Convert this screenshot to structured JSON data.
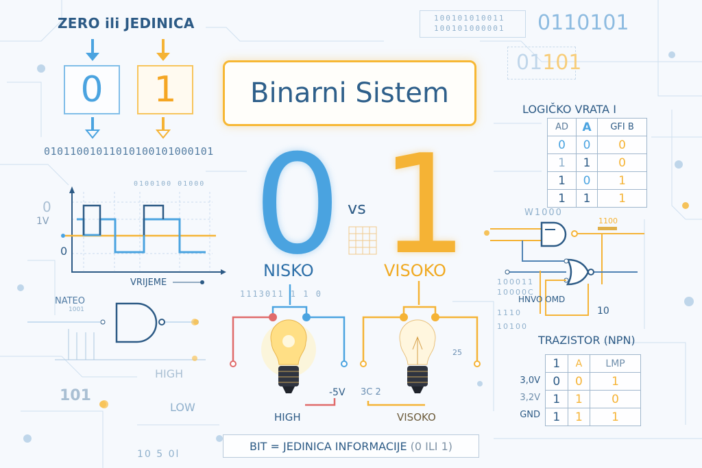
{
  "top_left": {
    "title": "ZERO ili JEDINICA",
    "digit_zero": "0",
    "digit_one": "1",
    "binary_stream": "01011001011010100101000101"
  },
  "top_right": {
    "binary_box_line1": "100101010011",
    "binary_box_line2": "100101000001",
    "binary_large": "0110101",
    "binary_mid_blue": "01",
    "binary_mid_orange": "101"
  },
  "main_title": "Binarni Sistem",
  "center": {
    "big_zero": "0",
    "vs": "vs",
    "big_one": "1",
    "low_label": "NISKO",
    "high_label": "VISOKO",
    "small_binary": "1113011   1 1 0",
    "left_bulb_label": "HIGH",
    "right_bulb_label": "VISOKO",
    "voltage_left": "-5V",
    "voltage_right": "3C 2",
    "right_side_number": "25"
  },
  "definition": {
    "text_main": "BIT = JEDINICA INFORMACIJE",
    "text_paren": "(0 ILI 1)"
  },
  "waveform": {
    "label_top_zero": "0",
    "label_1v": "1V",
    "label_zero": "0",
    "x_label": "VRIJEME",
    "top_binary": "0100100 01000"
  },
  "left_bottom": {
    "gate_title": "NATEO",
    "gate_sub": "1001",
    "high": "HIGH",
    "low": "LOW",
    "binary": "101",
    "bottom_numbers": "10 5 0l"
  },
  "logic_table": {
    "title": "LOGIČKO VRATA I",
    "headers": [
      "AD",
      "A",
      "GFI B"
    ],
    "rows": [
      [
        "0",
        "0",
        "0"
      ],
      [
        "1",
        "1",
        "0"
      ],
      [
        "1",
        "0",
        "1"
      ],
      [
        "1",
        "1",
        "1"
      ]
    ]
  },
  "logic_circuit": {
    "top_label": "W1000",
    "output_label": "1100",
    "side_bin1": "100011",
    "side_bin2": "10000C",
    "side_label": "HNVO OMD",
    "side_bin3": "1110",
    "output_number": "10",
    "side_bin4": "10100"
  },
  "transistor_table": {
    "title": "TRAZISTOR (NPN)",
    "headers": [
      "1",
      "A",
      "LMP"
    ],
    "row_labels": [
      "3,0V",
      "3,2V",
      "GND"
    ],
    "rows": [
      [
        "0",
        "0",
        "1"
      ],
      [
        "1",
        "1",
        "0"
      ],
      [
        "1",
        "1",
        "1"
      ]
    ]
  },
  "colors": {
    "blue": "#4aa3e0",
    "orange": "#f5b335",
    "navy": "#2c5a85",
    "red": "#e06a6a"
  }
}
